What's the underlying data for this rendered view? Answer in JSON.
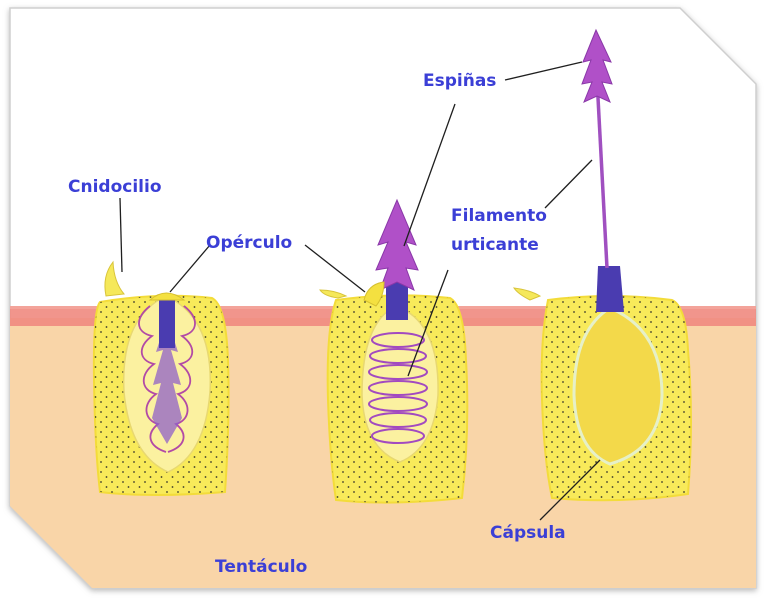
{
  "labels": {
    "cnidocilio": "Cnidocilio",
    "operculo": "Opérculo",
    "espinas": "Espiñas",
    "filamento_line1": "Filamento",
    "filamento_line2": "urticante",
    "capsula": "Cápsula",
    "tentaculo": "Tentáculo"
  },
  "colors": {
    "label_text": "#3b3fd6",
    "tissue": "#f9d5a8",
    "epidermis_band": "#ef8a80",
    "cell_yellow": "#f8ea5a",
    "capsule_pale": "#fbf1a0",
    "filament_purple": "#a85ad0",
    "operculum_blue": "#4a3cb0",
    "frame_shadow": "#b8b8b8"
  }
}
